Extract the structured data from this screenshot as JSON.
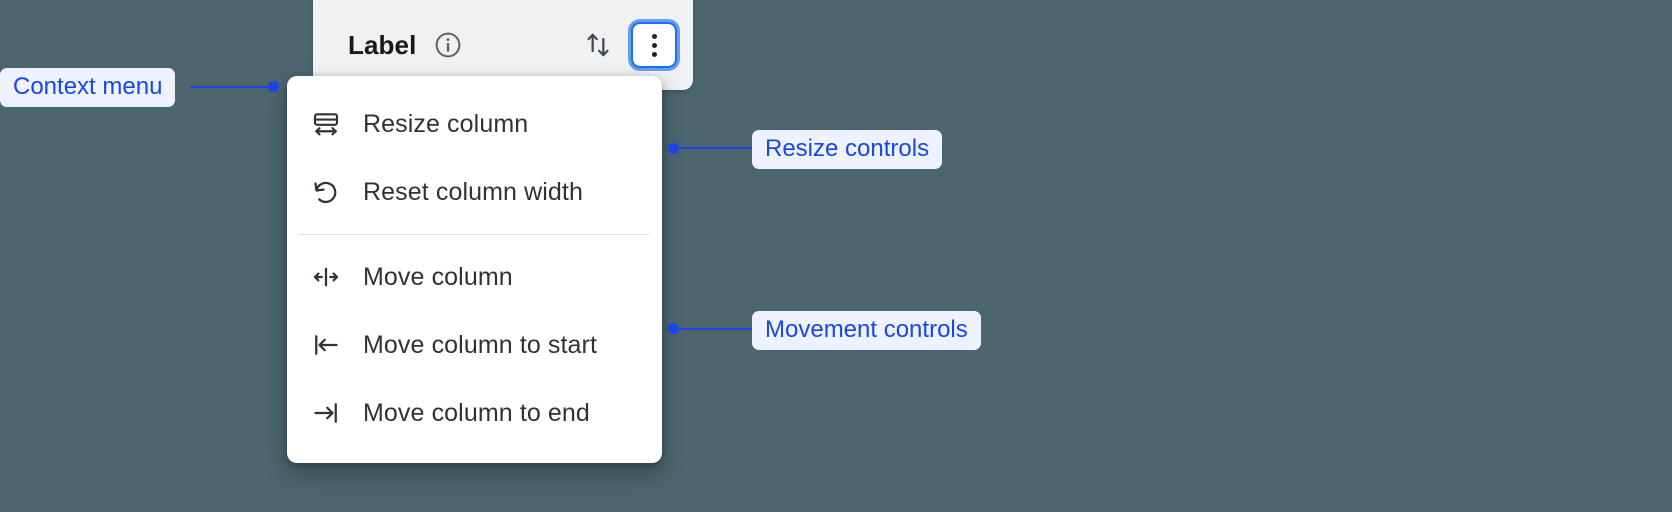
{
  "background_color": "#4c666f",
  "column_header": {
    "title": "Label",
    "info_icon": "info-circle-icon",
    "sort_icon": "sort-up-down-icon",
    "overflow_icon": "three-dot-vertical-icon",
    "panel_color": "#eff1f3",
    "focus_ring_color": "#1a73e8"
  },
  "context_menu": {
    "groups": [
      {
        "name": "resize",
        "items": [
          {
            "icon": "resize-column-icon",
            "label": "Resize column"
          },
          {
            "icon": "reset-width-undo-icon",
            "label": "Reset column width"
          }
        ]
      },
      {
        "name": "movement",
        "items": [
          {
            "icon": "move-column-icon",
            "label": "Move column"
          },
          {
            "icon": "move-to-start-icon",
            "label": "Move column to start"
          },
          {
            "icon": "move-to-end-icon",
            "label": "Move column to end"
          }
        ]
      }
    ]
  },
  "annotations": {
    "accent_color": "#1a46e5",
    "chip_background": "#eef2fd",
    "items": [
      {
        "id": "context",
        "label": "Context menu"
      },
      {
        "id": "resize",
        "label": "Resize controls"
      },
      {
        "id": "movement",
        "label": "Movement controls"
      }
    ]
  }
}
